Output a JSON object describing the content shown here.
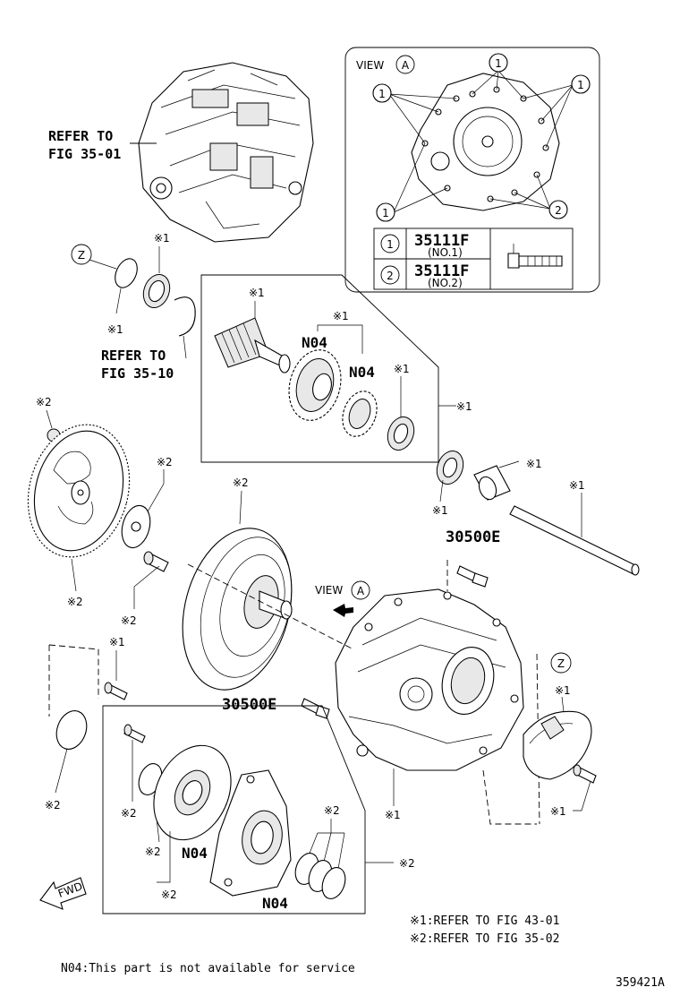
{
  "refs": {
    "refer_fig_35_01_line1": "REFER TO",
    "refer_fig_35_01_line2": "FIG 35-01",
    "refer_fig_35_10_line1": "REFER TO",
    "refer_fig_35_10_line2": "FIG 35-10"
  },
  "view_a": {
    "label": "VIEW",
    "letter": "A",
    "callouts": [
      "1",
      "2"
    ],
    "table": [
      {
        "index": "1",
        "part": "35111F",
        "sub": "(NO.1)"
      },
      {
        "index": "2",
        "part": "35111F",
        "sub": "(NO.2)"
      }
    ]
  },
  "markers": {
    "mark1": "※1",
    "mark2": "※2",
    "z": "Z",
    "n04": "N04"
  },
  "parts": {
    "bolt_30500e": "30500E",
    "view_arrow_label": "VIEW",
    "view_arrow_letter": "A",
    "fwd": "FWD"
  },
  "legend": {
    "line1": "※1:REFER TO FIG 43-01",
    "line2": "※2:REFER TO FIG 35-02"
  },
  "footnote": "N04:This part is not available for service",
  "diagram_id": "359421A"
}
